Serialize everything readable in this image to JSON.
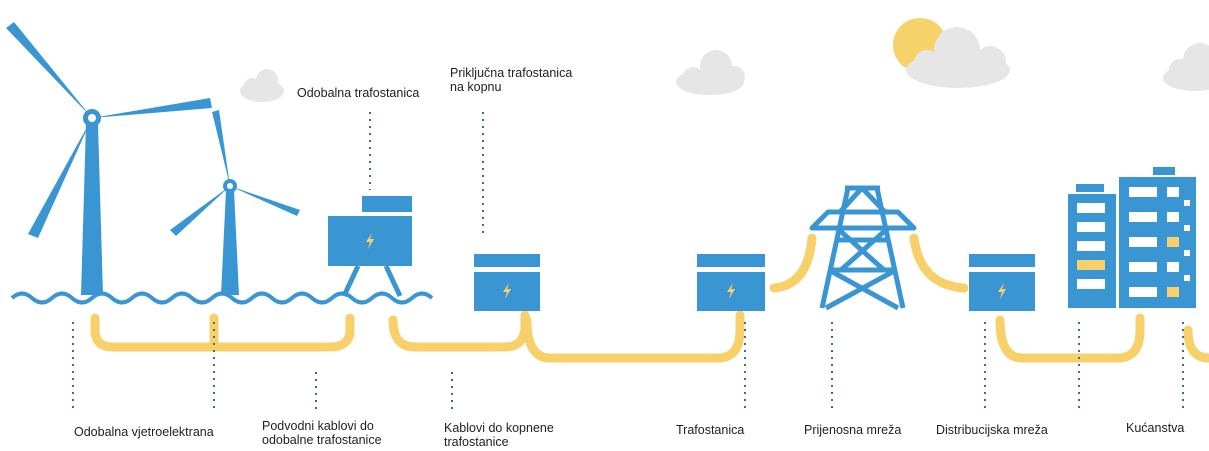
{
  "colors": {
    "blue": "#3a96d2",
    "blue_dark": "#2c86c4",
    "yellow": "#f8d06a",
    "sun": "#f6d26a",
    "cloud": "#e6e6e6",
    "dots": "#3b6f8f",
    "text": "#222222"
  },
  "icons": [
    "wind-turbine-icon",
    "substation-icon",
    "lightning-bolt-icon",
    "transmission-tower-icon",
    "building-icon",
    "sun-icon",
    "cloud-icon",
    "waves-icon"
  ],
  "labels": {
    "offshore_substation": "Odobalna trafostanica",
    "onshore_connection": "Priključna trafostanica\nna kopnu",
    "offshore_wind_farm": "Odobalna vjetroelektrana",
    "subsea_cables": "Podvodni kablovi do\nodobalne trafostanice",
    "land_cables": "Kablovi do kopnene\ntrafostanice",
    "substation": "Trafostanica",
    "transmission_grid": "Prijenosna mreža",
    "distribution_grid": "Distribucijska mreža",
    "households": "Kućanstva"
  }
}
